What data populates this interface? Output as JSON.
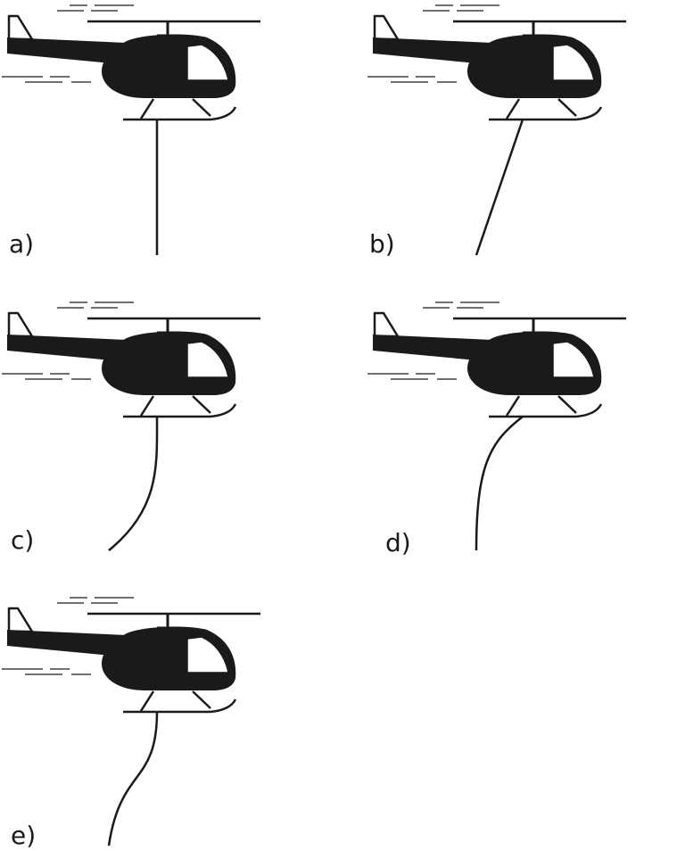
{
  "diagram": {
    "panels": [
      {
        "id": "a",
        "label": "a)",
        "rope": "straight-vertical"
      },
      {
        "id": "b",
        "label": "b)",
        "rope": "straight-angled-back"
      },
      {
        "id": "c",
        "label": "c)",
        "rope": "curved-back"
      },
      {
        "id": "d",
        "label": "d)",
        "rope": "curved-forward"
      },
      {
        "id": "e",
        "label": "e)",
        "rope": "s-curve"
      }
    ],
    "colors": {
      "ink": "#1a1a1a",
      "canopy": "#ffffff"
    },
    "icons": {
      "helicopter": "helicopter-icon",
      "speed_lines": "speed-lines-icon"
    }
  }
}
